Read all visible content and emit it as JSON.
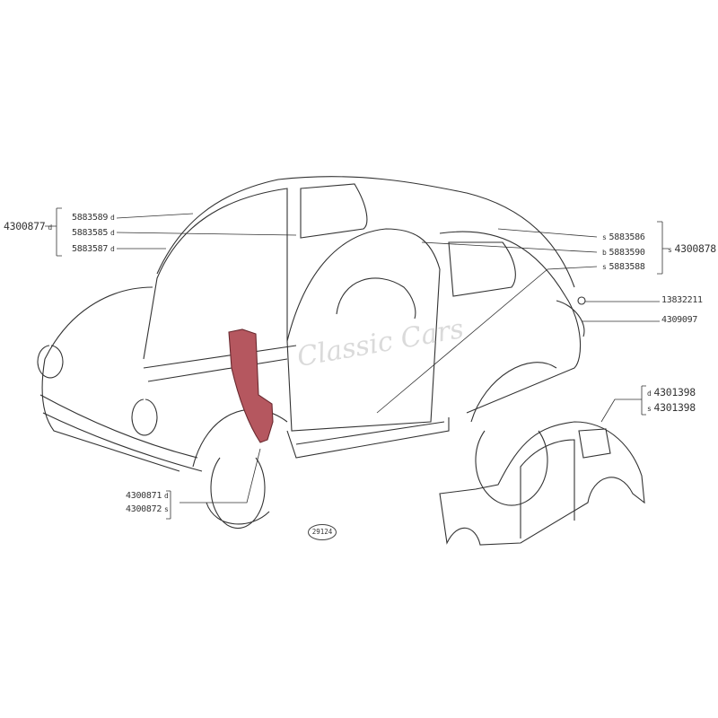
{
  "diagram": {
    "reference_number": "29124",
    "watermark": "Classic Cars",
    "highlight_color": "#b5575f",
    "left_group": {
      "assembly": "4300877",
      "assembly_side": "d",
      "parts": [
        {
          "code": "5883589",
          "side": "d"
        },
        {
          "code": "5883585",
          "side": "d"
        },
        {
          "code": "5883587",
          "side": "d"
        }
      ]
    },
    "right_group": {
      "assembly": "4300878",
      "assembly_side": "s",
      "parts": [
        {
          "code": "5883586",
          "side": "s"
        },
        {
          "code": "5883590",
          "side": "b"
        },
        {
          "code": "5883588",
          "side": "s"
        }
      ]
    },
    "single_parts": [
      {
        "code": "13832211"
      },
      {
        "code": "4309097"
      }
    ],
    "body_side": [
      {
        "code": "4301398",
        "side": "d"
      },
      {
        "code": "4301398",
        "side": "s"
      }
    ],
    "pillar": [
      {
        "code": "4300871",
        "side": "d"
      },
      {
        "code": "4300872",
        "side": "s"
      }
    ]
  }
}
